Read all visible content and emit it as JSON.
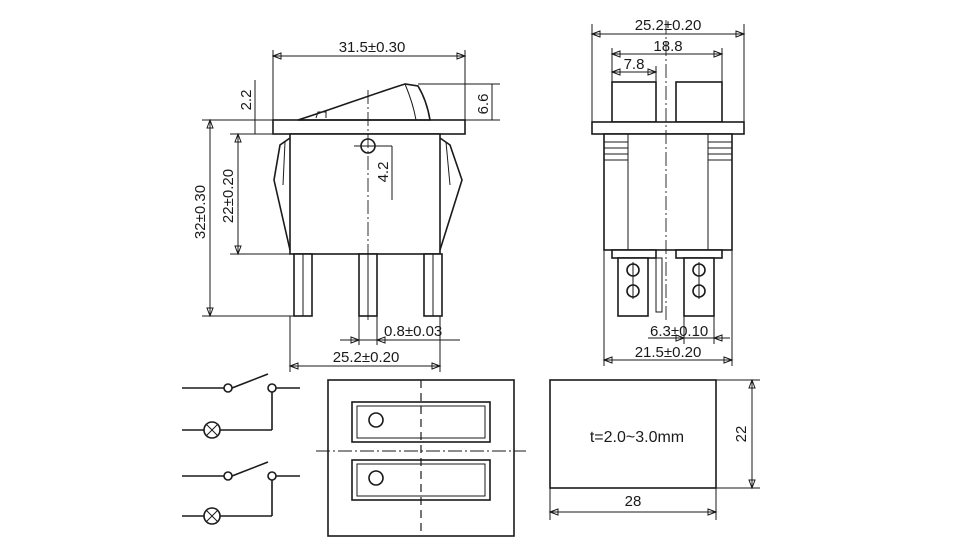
{
  "front_view": {
    "width_top": "31.5±0.30",
    "rocker_offset": "2.2",
    "rocker_height": "6.6",
    "pivot": "4.2",
    "body_height": "22±0.20",
    "total_height": "32±0.30",
    "terminal_thickness": "0.8±0.03",
    "body_width": "25.2±0.20"
  },
  "side_view": {
    "width_top": "25.2±0.20",
    "inner_width": "18.8",
    "pad_width": "7.8",
    "terminal_width": "6.3±0.10",
    "body_width": "21.5±0.20"
  },
  "panel_cutout": {
    "thickness_note": "t=2.0~3.0mm",
    "height": "22",
    "width": "28"
  }
}
